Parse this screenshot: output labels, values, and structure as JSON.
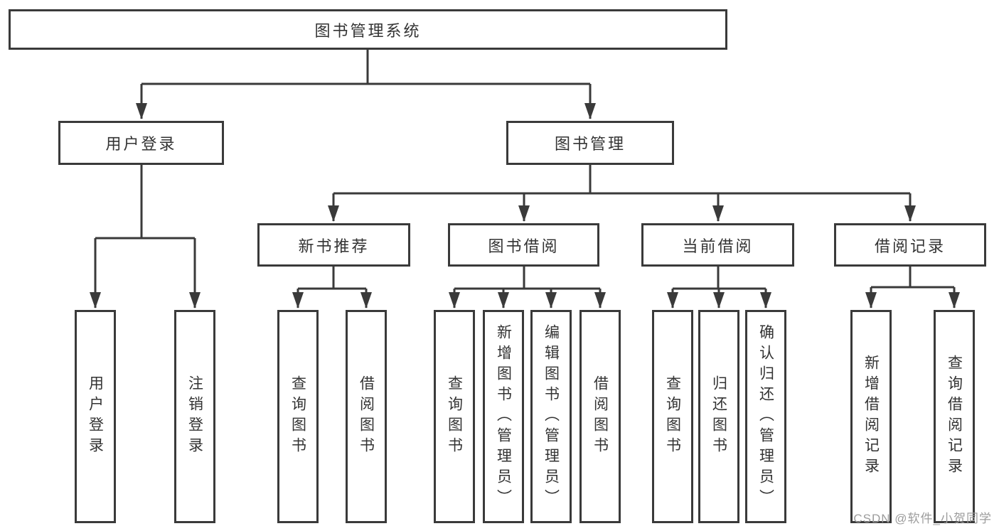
{
  "colors": {
    "line": "#3a3a3a",
    "text": "#333333",
    "background": "#ffffff",
    "watermark": "#9c9c9c"
  },
  "tree": {
    "root": {
      "label": "图书管理系统"
    },
    "branches": [
      {
        "label": "用户登录",
        "children": [
          {
            "label": "用户登录"
          },
          {
            "label": "注销登录"
          }
        ]
      },
      {
        "label": "图书管理",
        "children": [
          {
            "label": "新书推荐",
            "children": [
              {
                "label": "查询图书"
              },
              {
                "label": "借阅图书"
              }
            ]
          },
          {
            "label": "图书借阅",
            "children": [
              {
                "label": "查询图书"
              },
              {
                "label": "新增图书（管理员）"
              },
              {
                "label": "编辑图书（管理员）"
              },
              {
                "label": "借阅图书"
              }
            ]
          },
          {
            "label": "当前借阅",
            "children": [
              {
                "label": "查询图书"
              },
              {
                "label": "归还图书"
              },
              {
                "label": "确认归还（管理员）"
              }
            ]
          },
          {
            "label": "借阅记录",
            "children": [
              {
                "label": "新增借阅记录"
              },
              {
                "label": "查询借阅记录"
              }
            ]
          }
        ]
      }
    ]
  },
  "watermark": {
    "text": "CSDN @软件_小贺同学"
  }
}
